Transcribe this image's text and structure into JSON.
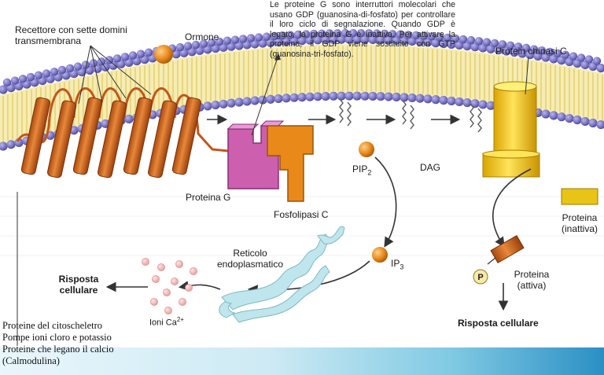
{
  "labels": {
    "receptor": "Recettore con sette domini transmembrana",
    "hormone": "Ormone",
    "g_protein_note": "Le proteine G sono interruttori molecolari che usano GDP (guanosina-di-fosfato) per controllare il loro ciclo di segnalazione. Quando GDP è legato, la proteina G è inattiva. Per attivare la proteina, il GDP viene sostituito con GTP (guanosina-tri-fosfato).",
    "kinase": "Protein chinasi C",
    "protein_g": "Proteina G",
    "phospholipase": "Fosfolipasi C",
    "pip2": "PIP",
    "pip2_sub": "2",
    "dag": "DAG",
    "ip3": "IP",
    "ip3_sub": "3",
    "er": "Reticolo endoplasmatico",
    "calcium": "Ioni Ca",
    "calcium_sup": "2+",
    "response_left": "Risposta cellulare",
    "protein_inactive": "Proteina (inattiva)",
    "p": "P",
    "protein_active": "Proteina (attiva)",
    "response_right": "Risposta cellulare"
  },
  "list": [
    "Proteine del citoscheletro",
    "Pompe ioni cloro e potassio",
    "Proteine che legano il calcio",
    "(Calmodulina)"
  ],
  "colors": {
    "membrane_head": "#7b76c4",
    "membrane_tail": "#e8d56a",
    "receptor": "#d2691e",
    "g_protein": "#cc5fae",
    "phospholipase": "#e8891a",
    "kinase": "#f2cc1e",
    "ip3": "#e8891a",
    "er": "#bfe6ec",
    "calcium": "#f2b4b4",
    "band_end": "#2b8fc4"
  }
}
